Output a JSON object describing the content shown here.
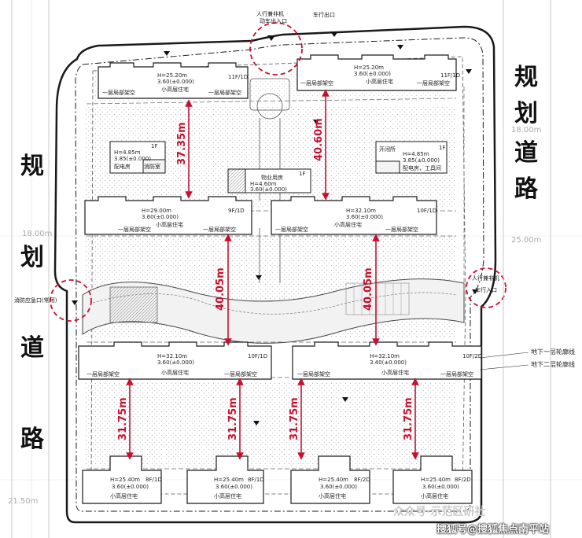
{
  "road_left": [
    "规",
    "划",
    "道",
    "路"
  ],
  "road_right": [
    "规",
    "划",
    "道",
    "路"
  ],
  "gates": {
    "top_pedestrian": "人行兼非机",
    "top_pedestrian_2": "动车出入口",
    "top_vehicle": "车行出口",
    "right_pedestrian": "人行兼非机",
    "right_vehicle": "车行入口",
    "left_fire": "消防应急口(常闭)"
  },
  "buildings": [
    {
      "height": "H=25.20m",
      "elev": "3.60(±0.000)",
      "floors": "11F/1D",
      "arch": "一层局部架空",
      "type": "小高层住宅",
      "arch2": "一层局部架空"
    },
    {
      "height": "H=25.20m",
      "elev": "3.60(±0.000)",
      "floors": "11F/1D",
      "arch": "一层局部架空",
      "type": "小高层住宅",
      "arch2": "一层局部架空"
    },
    {
      "height": "H=29.00m",
      "elev": "3.60(±0.000)",
      "floors": "9F/1D",
      "arch": "一层局部架空",
      "type": "小高层住宅",
      "arch2": "一层局部架空"
    },
    {
      "height": "H=32.10m",
      "elev": "3.60(±0.000)",
      "floors": "10F/1D",
      "arch": "一层局部架空",
      "type": "小高层住宅",
      "arch2": "一层局部架空"
    },
    {
      "height": "H=32.10m",
      "elev": "3.60(±0.000)",
      "floors": "10F/1D",
      "arch": "一层局部架空",
      "type": "小高层住宅",
      "arch2": "一层局部架空"
    },
    {
      "height": "H=32.10m",
      "elev": "3.40(±0.000)",
      "floors": "10F/2D",
      "arch": "一层局部架空",
      "type": "小高层住宅",
      "arch2": "一层局部架空"
    },
    {
      "height": "H=25.40m",
      "elev": "3.60(±0.000)",
      "floors": "8F/1D",
      "type": "小高层住宅"
    },
    {
      "height": "H=25.40m",
      "elev": "3.60(±0.000)",
      "floors": "8F/1D",
      "type": "小高层住宅"
    },
    {
      "height": "H=25.40m",
      "elev": "3.60(±0.000)",
      "floors": "8F/2D",
      "type": "小高层住宅"
    },
    {
      "height": "H=25.40m",
      "elev": "3.60(±0.000)",
      "floors": "8F/2D",
      "type": "小高层住宅"
    }
  ],
  "facilities": {
    "left": {
      "lines": [
        "1F",
        "H=4.85m",
        "3.85(±0.000)",
        "配电房"
      ],
      "label": "消防室"
    },
    "right": {
      "title": "开闭所",
      "lines": [
        "1F",
        "H=4.85m",
        "3.85(±0.000)",
        "配电房，工具间"
      ]
    },
    "center": {
      "lines": [
        "物业用房",
        "H=4.60m",
        "3.60(±0.000)",
        "1F"
      ]
    }
  },
  "distances": [
    "37.35m",
    "40.60m",
    "40.05m",
    "40.05m",
    "31.75m",
    "31.75m",
    "31.75m",
    "31.75m"
  ],
  "basement": [
    "地下一层轮廓线",
    "地下二层轮廓线"
  ],
  "road_widths": {
    "left_top": "18.00m",
    "left_bottom": "21.50m",
    "right_top": "18.00m",
    "right_mid": "25.00m"
  },
  "watermark": {
    "line1": "众众号·示范区研社",
    "line2": "搜狐号@搜狐焦点南平站"
  },
  "colors": {
    "dim_red": "#c8102e",
    "line": "#1a1a1a",
    "grey": "#9a9a9a"
  }
}
